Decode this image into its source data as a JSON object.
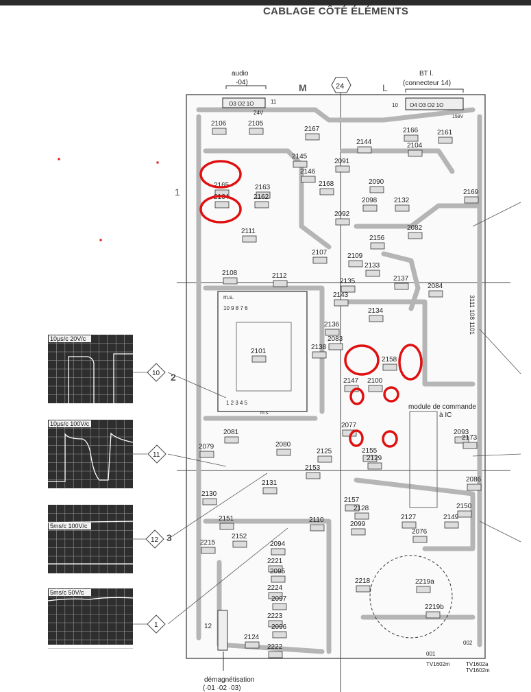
{
  "title": "CABLAGE CÔTÉ ÉLÉMENTS",
  "header": {
    "audio_label": "audio",
    "audio_sub": "-04)",
    "audio_pins": "O3 O2 1O",
    "audio_conn_num": "11",
    "audio_voltage": "24V",
    "section_m": "M",
    "section_l": "L",
    "hex_marker": "24",
    "bt_label": "BT l.",
    "bt_sub": "(connecteur 14)",
    "bt_conn_num": "10",
    "bt_pins": "O4 O3 O2 1O",
    "bt_voltage": "158V"
  },
  "side_numbers": [
    "1",
    "2",
    "3"
  ],
  "diamond_markers": [
    "10",
    "11",
    "12",
    "1"
  ],
  "scope_traces": [
    {
      "label": "10µs/c  20V/c"
    },
    {
      "label": "10µs/c  100V/c"
    },
    {
      "label": "5ms/c  100V/c"
    },
    {
      "label": "5ms/c  50V/c"
    }
  ],
  "components": [
    "2106",
    "2105",
    "2167",
    "2166",
    "2161",
    "2144",
    "2104",
    "2145",
    "2091",
    "2146",
    "2090",
    "2165",
    "2163",
    "2168",
    "2169",
    "2164",
    "2162",
    "2098",
    "2132",
    "2092",
    "2082",
    "2111",
    "2156",
    "2107",
    "2109",
    "2133",
    "2108",
    "2112",
    "2137",
    "2084",
    "2135",
    "2143",
    "2134",
    "2136",
    "2083",
    "2138",
    "2101",
    "2158",
    "2100",
    "2147",
    "2081",
    "2079",
    "2080",
    "2077",
    "2093",
    "2173",
    "2125",
    "2153",
    "2155",
    "2129",
    "2131",
    "2130",
    "2086",
    "2157",
    "2128",
    "2127",
    "2149",
    "2150",
    "2151",
    "2110",
    "2099",
    "2152",
    "2076",
    "2215",
    "2094",
    "2221",
    "2095",
    "2224",
    "2218",
    "2219a",
    "2097",
    "2223",
    "2219b",
    "2096",
    "2124",
    "2222"
  ],
  "annotations": {
    "ms_top": "m.s.",
    "ms_pins": "10   9   8   7   6",
    "ms_bottom": "m.s.",
    "ms_bottom_pins": "1   2   3   4   5",
    "module": "module de commande",
    "module_sub": "à IC",
    "rotated_code": "3111 108 1101",
    "conn_12": "12",
    "pad_001": "001",
    "pad_002": "002",
    "ref1": "TV1602m",
    "ref2": "TV1602a",
    "ref3": "TV1602m",
    "demag": "démagnétisation",
    "demag_sub": "(·01 ·02 ·03)"
  },
  "colors": {
    "highlight": "#e01010",
    "trace": "#b5b5b5",
    "scope_bg": "#2e2e2e"
  }
}
